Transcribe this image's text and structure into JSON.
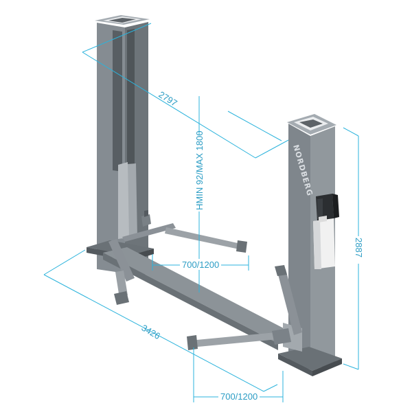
{
  "brand": "NORDBERG",
  "dimensions": {
    "column_spacing": "2797",
    "lift_height": "HMIN 92/MAX 1800",
    "column_height": "2887",
    "total_width": "3426",
    "front_arm_reach": "700/1200",
    "rear_arm_reach": "700/1200"
  },
  "colors": {
    "dimension_line": "#2bb3dc",
    "column_body": "#7c8389",
    "column_highlight": "#9aa1a7",
    "column_shadow": "#5f666c",
    "tank": "#f4f4f4",
    "motor": "#2b2e31"
  }
}
